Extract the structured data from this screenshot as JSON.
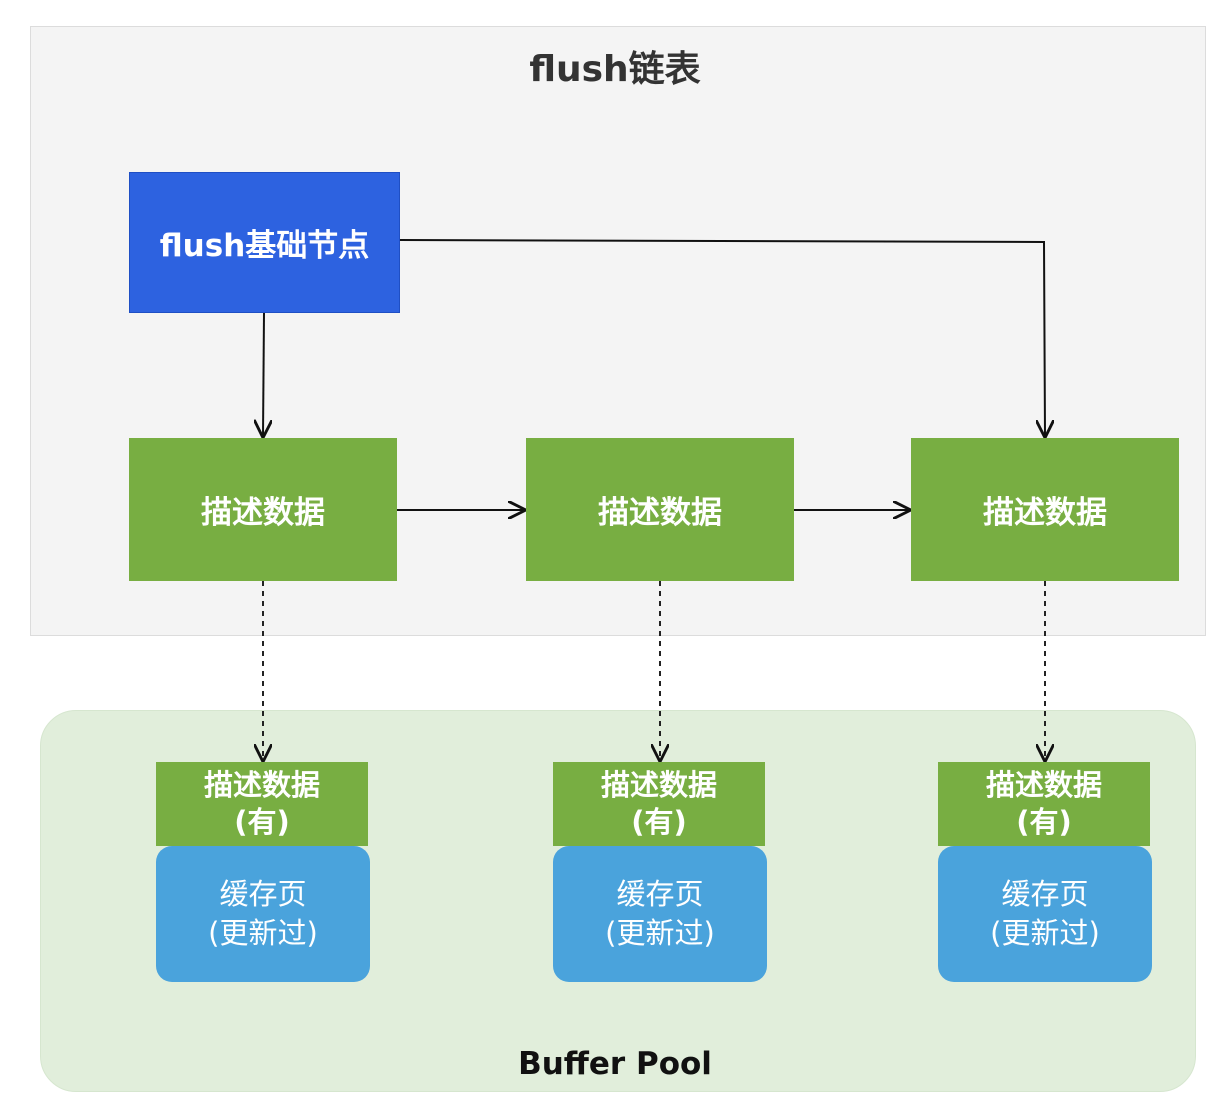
{
  "flush_list": {
    "title": "flush链表",
    "head_node": "flush基础节点",
    "nodes": [
      "描述数据",
      "描述数据",
      "描述数据"
    ]
  },
  "buffer_pool": {
    "title": "Buffer Pool",
    "pages": [
      {
        "desc_label": "描述数据",
        "desc_status": "(有)",
        "page_label": "缓存页",
        "page_status": "(更新过)"
      },
      {
        "desc_label": "描述数据",
        "desc_status": "(有)",
        "page_label": "缓存页",
        "page_status": "(更新过)"
      },
      {
        "desc_label": "描述数据",
        "desc_status": "(有)",
        "page_label": "缓存页",
        "page_status": "(更新过)"
      }
    ]
  },
  "colors": {
    "flush_panel": "#f4f4f4",
    "head_node": "#2d62e0",
    "desc_node": "#78ae42",
    "cache_page": "#4aa3dc",
    "buffer_pool": "#e1eedb"
  }
}
